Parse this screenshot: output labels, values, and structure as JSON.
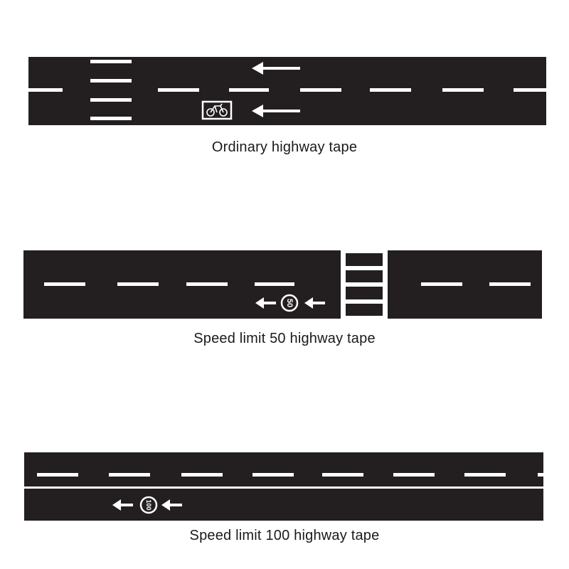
{
  "colors": {
    "road": "#231f20",
    "marking": "#ffffff",
    "background": "#ffffff"
  },
  "tapes": [
    {
      "caption": "Ordinary highway tape",
      "markings": [
        "crosswalk",
        "left-arrow",
        "left-arrow",
        "bicycle-sign",
        "dashed-center-line"
      ]
    },
    {
      "caption": "Speed limit 50 highway tape",
      "speed_sign": "50",
      "markings": [
        "dashed-center-line",
        "crosswalk",
        "left-arrow",
        "speed-sign",
        "left-arrow"
      ]
    },
    {
      "caption": "Speed limit 100 highway tape",
      "speed_sign": "100",
      "markings": [
        "dashed-center-line",
        "solid-white-line",
        "left-arrow",
        "speed-sign",
        "left-arrow"
      ]
    }
  ]
}
